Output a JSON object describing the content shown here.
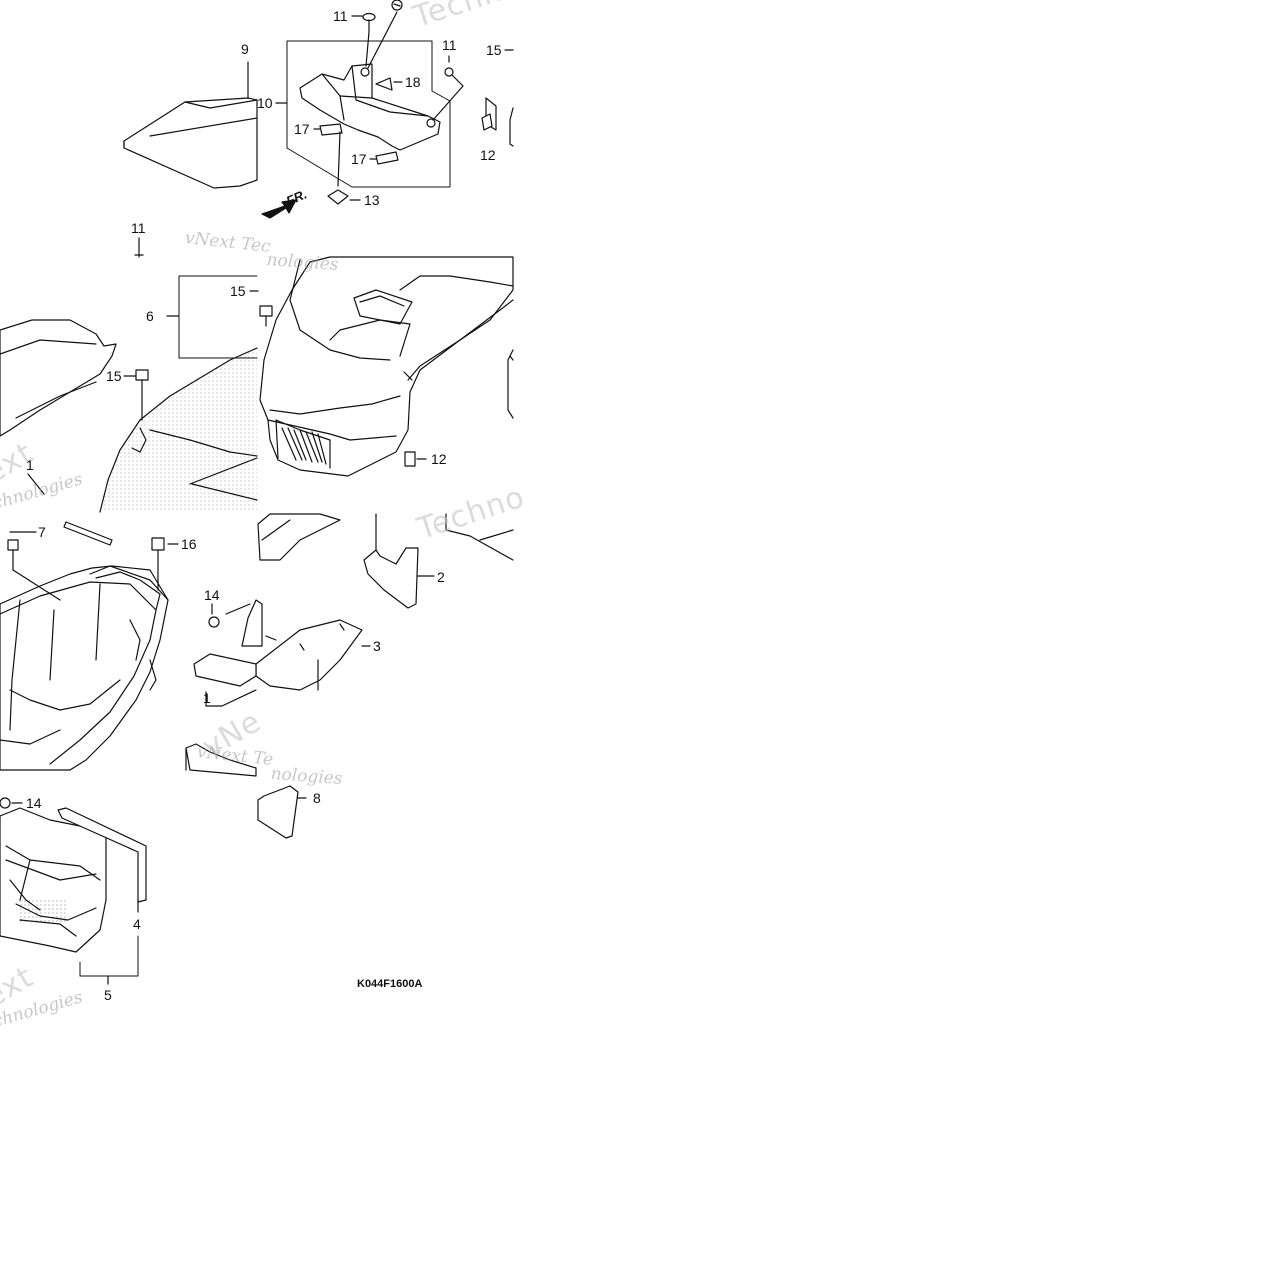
{
  "diagram": {
    "figure_code": "K044F1600A",
    "direction_marker": "FR.",
    "callouts": [
      "11",
      "9",
      "11",
      "15",
      "10",
      "18",
      "17",
      "17",
      "12",
      "13",
      "11",
      "6",
      "15",
      "15",
      "12",
      "1",
      "7",
      "16",
      "14",
      "2",
      "3",
      "1",
      "8",
      "14",
      "4",
      "5"
    ],
    "watermarks": {
      "brand_big": "Techno",
      "brand_big_2": "Techno",
      "brand_a": "vNext Tec",
      "brand_b": "nologies",
      "brand_c": "vNext Te",
      "brand_d": "nologies",
      "brand_e": "chnologies",
      "brand_f": "chnologies",
      "brand_g": "ext",
      "brand_h": "ext",
      "brand_i": "vNe"
    }
  }
}
